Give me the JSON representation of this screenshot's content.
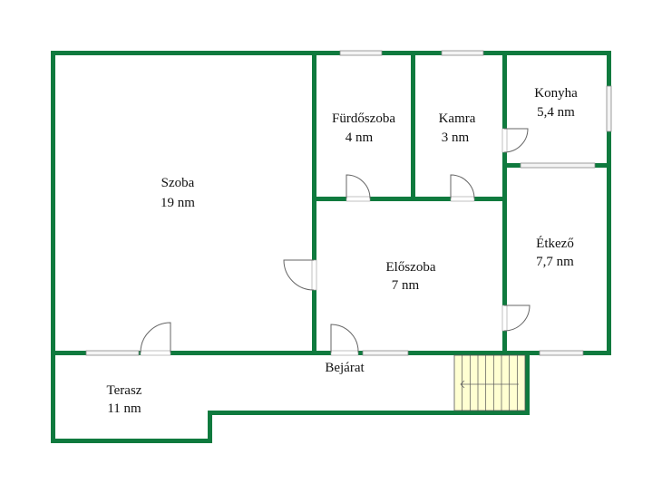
{
  "rooms": {
    "szoba": {
      "name": "Szoba",
      "area": "19 nm"
    },
    "furdoszoba": {
      "name": "Fürdőszoba",
      "area": "4 nm"
    },
    "kamra": {
      "name": "Kamra",
      "area": "3 nm"
    },
    "konyha": {
      "name": "Konyha",
      "area": "5,4 nm"
    },
    "etkezo": {
      "name": "Étkező",
      "area": "7,7 nm"
    },
    "eloszoba": {
      "name": "Előszoba",
      "area": "7 nm"
    },
    "terasz": {
      "name": "Terasz",
      "area": "11 nm"
    }
  },
  "entrance": "Bejárat",
  "colors": {
    "wall": "#0f7a3e",
    "stairs": "#ffffd2"
  }
}
